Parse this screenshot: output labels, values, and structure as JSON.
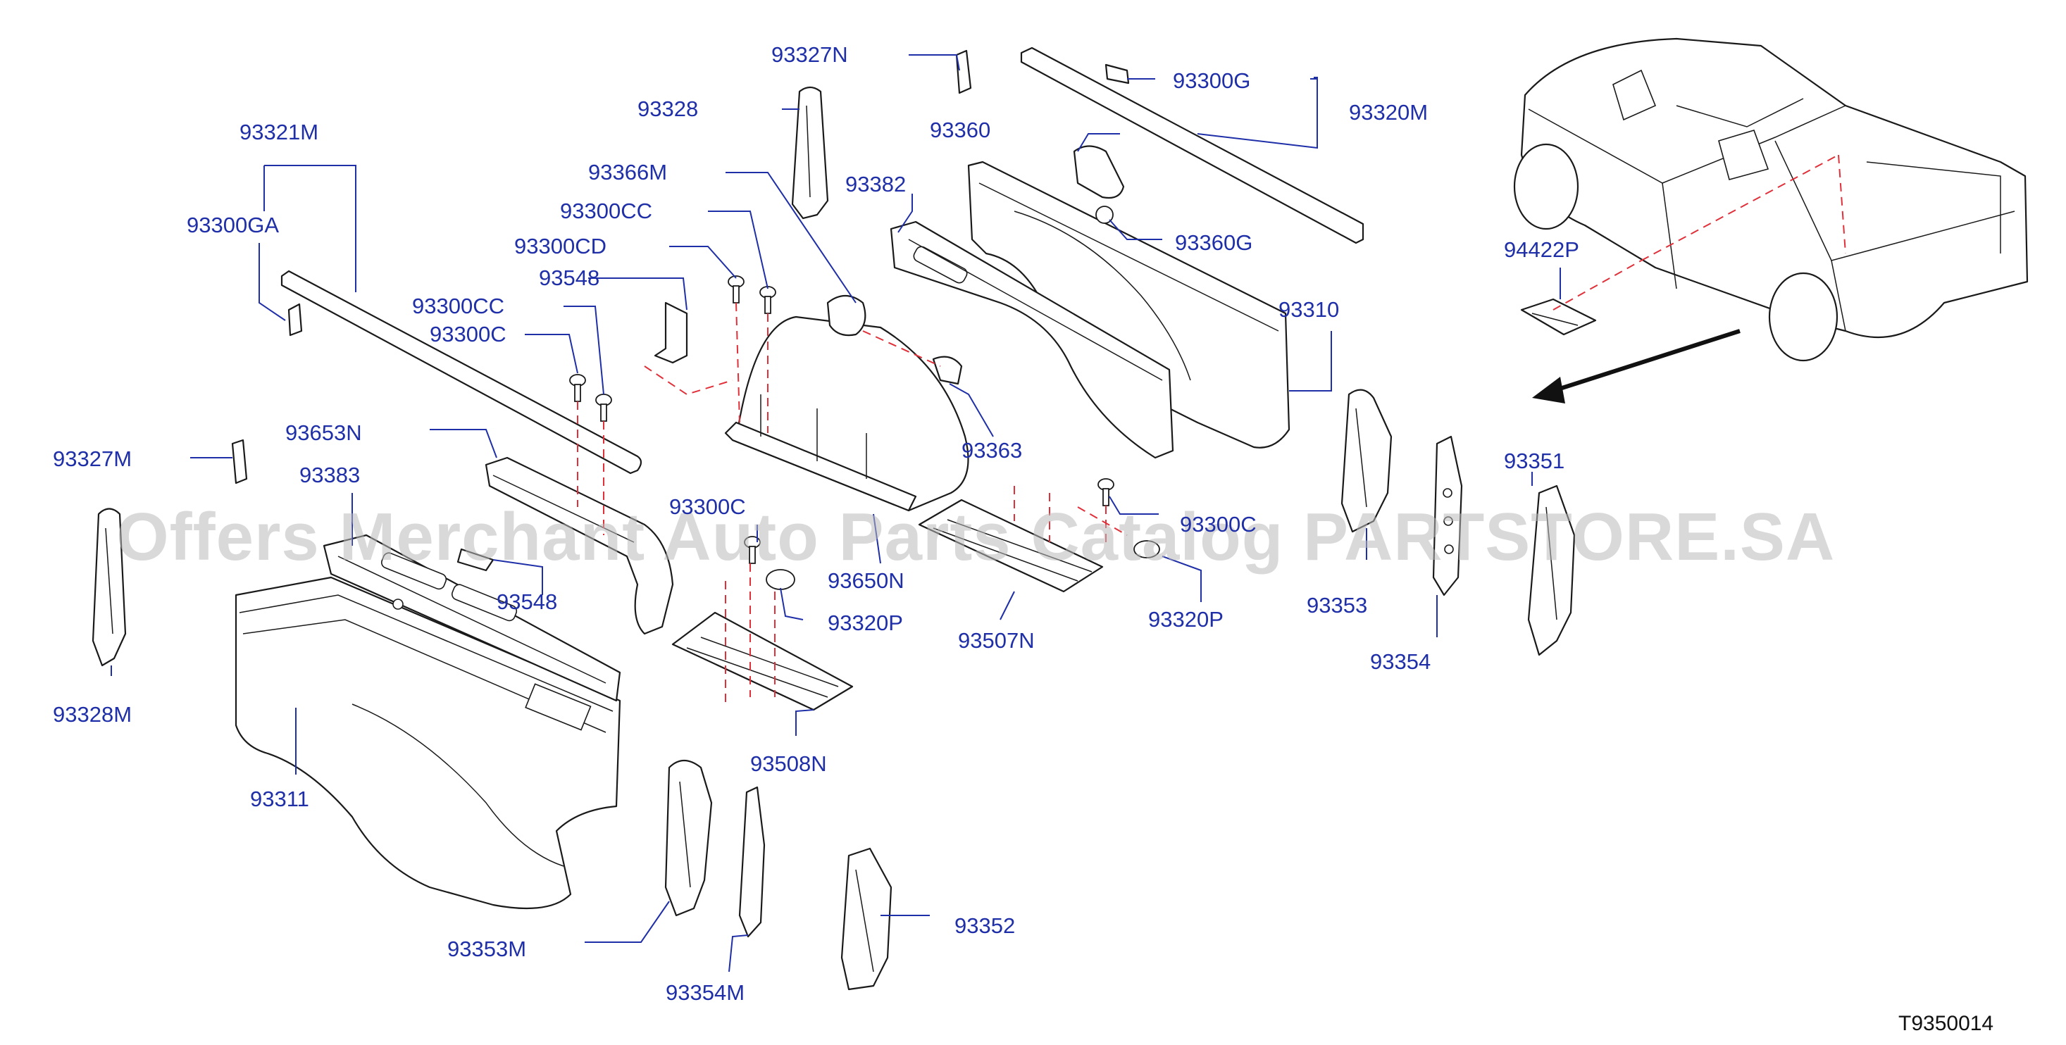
{
  "diagram": {
    "watermark": "Offers Merchant Auto Parts Catalog PARTSTORE.SA",
    "figure_code": "T9350014",
    "colors": {
      "label": "#1f2fa8",
      "dashed_line": "#e0313a",
      "outline": "#1a1a1a"
    },
    "labels": {
      "p93327N": "93327N",
      "p93328": "93328",
      "p93366M": "93366M",
      "p93300CC_a": "93300CC",
      "p93300CD": "93300CD",
      "p93548_a": "93548",
      "p93300CC_b": "93300CC",
      "p93300C_a": "93300C",
      "p93321M": "93321M",
      "p93300GA": "93300GA",
      "p93327M": "93327M",
      "p93653N": "93653N",
      "p93383": "93383",
      "p93548_b": "93548",
      "p93328M": "93328M",
      "p93311": "93311",
      "p93353M": "93353M",
      "p93354M": "93354M",
      "p93352": "93352",
      "p93300C_b": "93300C",
      "p93320P_a": "93320P",
      "p93650N": "93650N",
      "p93508N": "93508N",
      "p93507N": "93507N",
      "p93363": "93363",
      "p93382": "93382",
      "p93300G": "93300G",
      "p93320M": "93320M",
      "p93360": "93360",
      "p93360G": "93360G",
      "p93310": "93310",
      "p93300C_c": "93300C",
      "p93320P_b": "93320P",
      "p93353": "93353",
      "p93354": "93354",
      "p93351": "93351",
      "p94422P": "94422P"
    }
  }
}
